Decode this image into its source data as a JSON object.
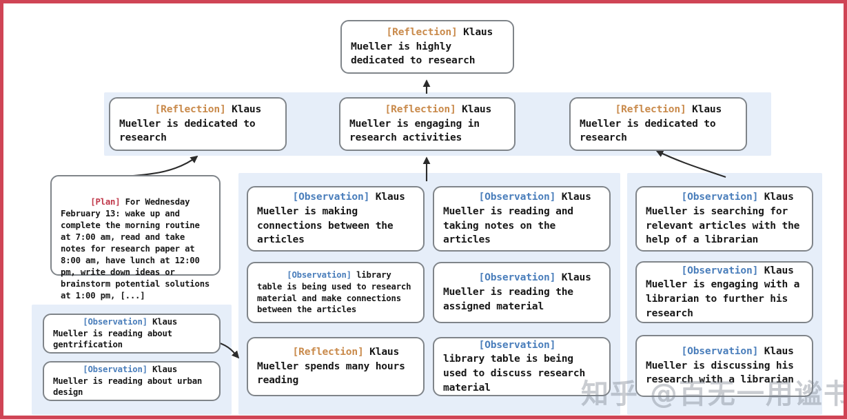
{
  "figure": {
    "border_color": "#cf4455",
    "panel_color": "#e6eef9",
    "card_border_color": "#7f8489",
    "tag_colors": {
      "reflection": "#c98a4b",
      "observation": "#4a7ebb",
      "plan": "#c0394b"
    },
    "watermark": "知乎 @百无一用谧书生"
  },
  "nodes": {
    "top_reflection": {
      "tag": "[Reflection]",
      "tag_type": "reflection",
      "text": " Klaus Mueller is highly dedicated to research"
    },
    "mid_reflection_left": {
      "tag": "[Reflection]",
      "tag_type": "reflection",
      "text": " Klaus Mueller is dedicated to research"
    },
    "mid_reflection_center": {
      "tag": "[Reflection]",
      "tag_type": "reflection",
      "text": " Klaus Mueller is engaging in research activities"
    },
    "mid_reflection_right": {
      "tag": "[Reflection]",
      "tag_type": "reflection",
      "text": " Klaus Mueller is dedicated to research"
    },
    "plan": {
      "tag": "[Plan]",
      "tag_type": "plan",
      "text": " For Wednesday February 13: wake up and complete the morning routine at 7:00 am, read and take notes for research paper at 8:00 am, have lunch at 12:00 pm, write down ideas or brainstorm potential solutions at 1:00 pm, [...]"
    },
    "obs_gentrification": {
      "tag": "[Observation]",
      "tag_type": "observation",
      "text": " Klaus Mueller is reading about gentrification"
    },
    "obs_urban_design": {
      "tag": "[Observation]",
      "tag_type": "observation",
      "text": " Klaus Mueller is reading about urban design"
    },
    "obs_connections": {
      "tag": "[Observation]",
      "tag_type": "observation",
      "text": " Klaus Mueller is making connections between the articles"
    },
    "obs_library_table_connections": {
      "tag": "[Observation]",
      "tag_type": "observation",
      "text": " library table is being used to research material and make connections between the articles"
    },
    "reflection_hours_reading": {
      "tag": "[Reflection]",
      "tag_type": "reflection",
      "text": " Klaus Mueller spends many hours reading"
    },
    "obs_reading_notes": {
      "tag": "[Observation]",
      "tag_type": "observation",
      "text": " Klaus Mueller is reading and taking notes on the articles"
    },
    "obs_assigned_material": {
      "tag": "[Observation]",
      "tag_type": "observation",
      "text": " Klaus Mueller is reading the assigned material"
    },
    "obs_library_table_discuss": {
      "tag": "[Observation]",
      "tag_type": "observation",
      "text": " library table is being used to discuss research material"
    },
    "obs_searching_articles": {
      "tag": "[Observation]",
      "tag_type": "observation",
      "text": " Klaus Mueller is searching for relevant articles with the help of a librarian"
    },
    "obs_engaging_librarian": {
      "tag": "[Observation]",
      "tag_type": "observation",
      "text": " Klaus Mueller is engaging with a librarian to further his research"
    },
    "obs_discussing_librarian": {
      "tag": "[Observation]",
      "tag_type": "observation",
      "text": " Klaus Mueller is discussing his research with a librarian"
    }
  }
}
